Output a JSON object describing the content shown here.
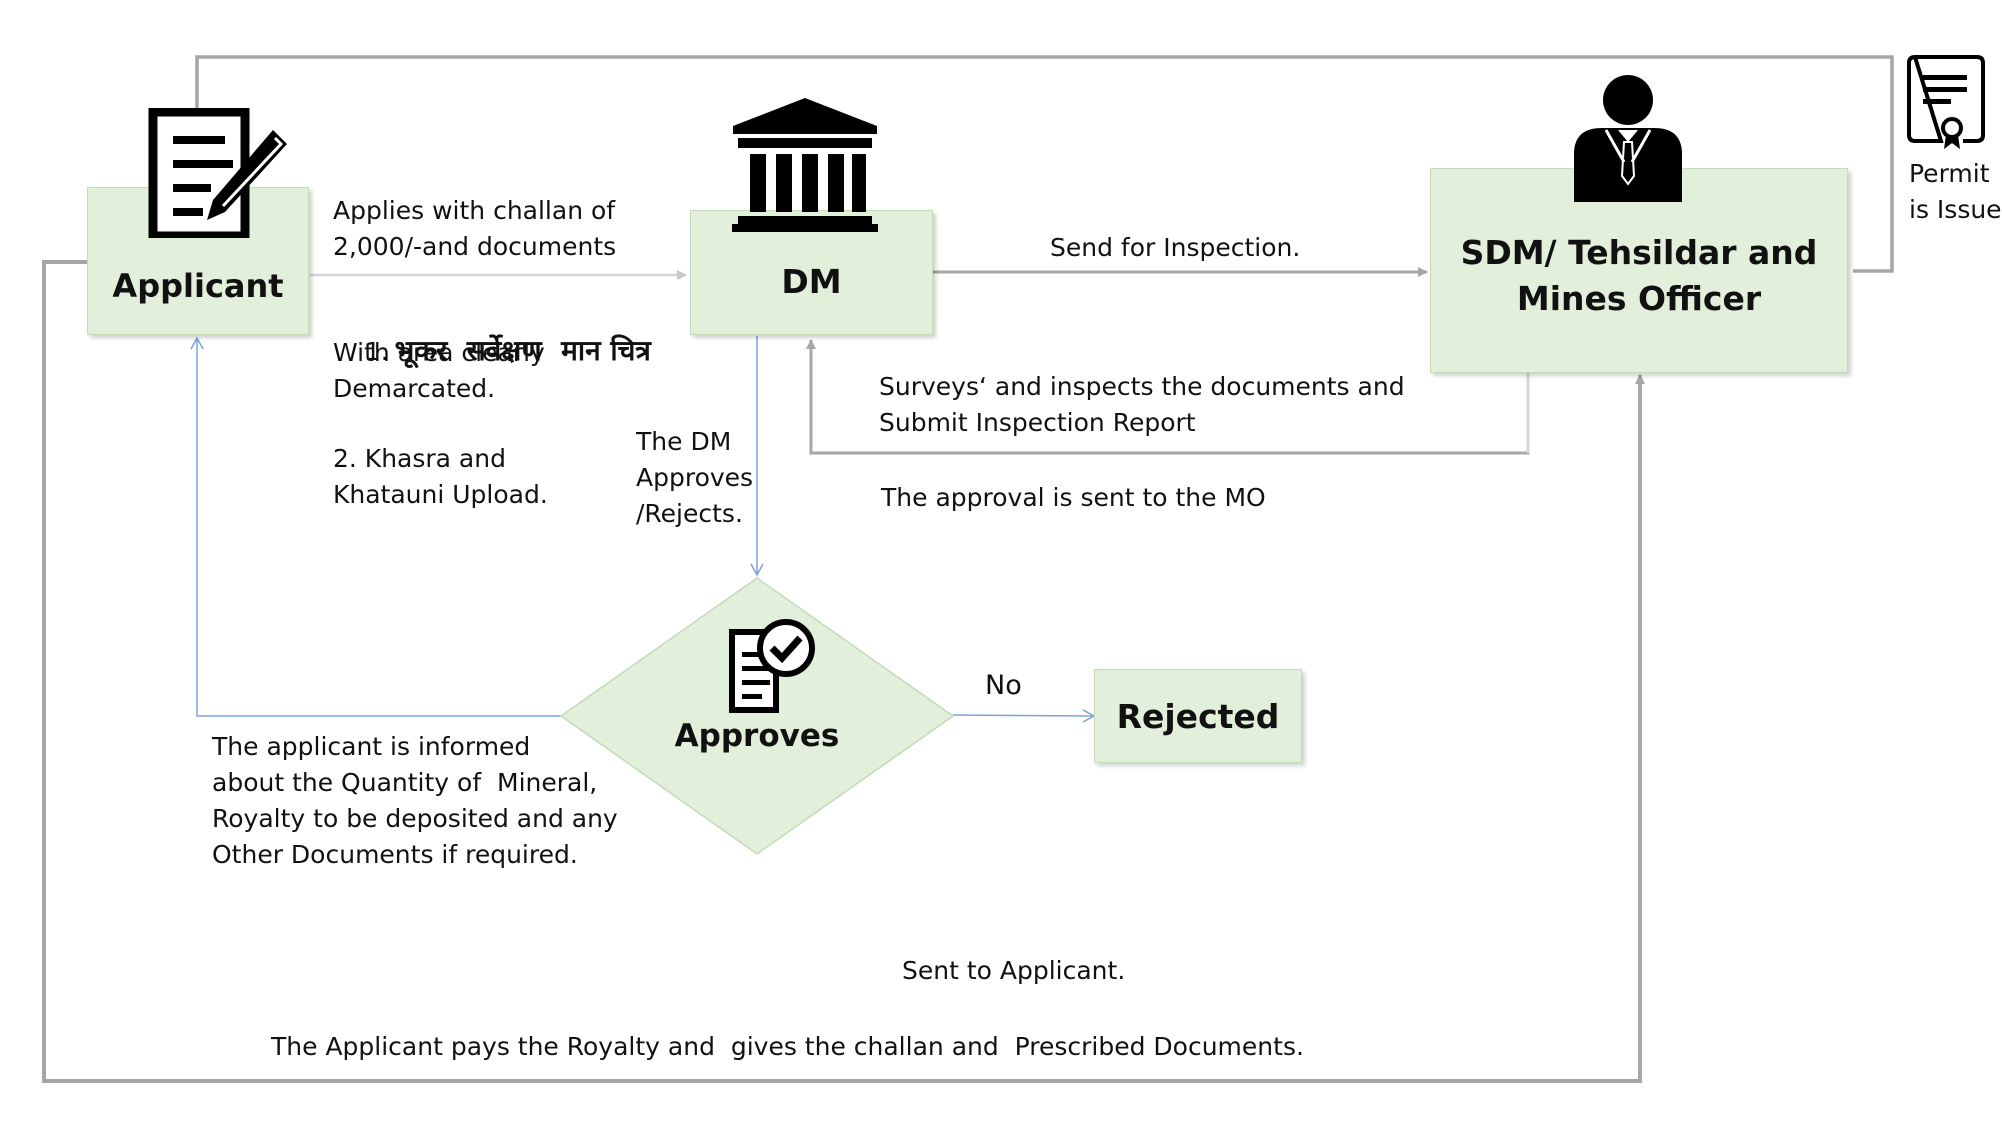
{
  "nodes": {
    "applicant": "Applicant",
    "dm": "DM",
    "sdm": "SDM/ Tehsildar and\nMines Officer",
    "approves": "Approves",
    "rejected": "Rejected"
  },
  "labels": {
    "applies": "Applies with challan of\n2,000/-and documents",
    "doc1_num": "1.",
    "doc1_hindi": "भूकर  सर्वेक्षण  मान चित्र",
    "doc1_rest": "With area clearly\nDemarcated.",
    "doc2": "2. Khasra and\nKhatauni Upload.",
    "dm_decision": "The DM\nApproves\n/Rejects.",
    "send_inspection": "Send for Inspection.",
    "surveys": "Surveys‘ and inspects the documents and\nSubmit Inspection Report",
    "approval_mo": "The approval is sent to the MO",
    "permit": "Permit\nis Issued",
    "no": "No",
    "informed": "The applicant is informed\nabout the Quantity of  Mineral,\nRoyalty to be deposited and any\nOther Documents if required.",
    "sent_applicant": "Sent to Applicant.",
    "pays": "The Applicant pays the Royalty and  gives the challan and  Prescribed Documents."
  },
  "icons": [
    "document-pen-icon",
    "government-building-icon",
    "officer-icon",
    "certificate-icon",
    "approved-document-icon"
  ],
  "colors": {
    "node_fill": "#e2efda",
    "node_border": "#c3dbb7",
    "gray_connector": "#a6a6a6",
    "light_connector": "#d0d0d0",
    "blue_connector": "#7ba4d8"
  }
}
